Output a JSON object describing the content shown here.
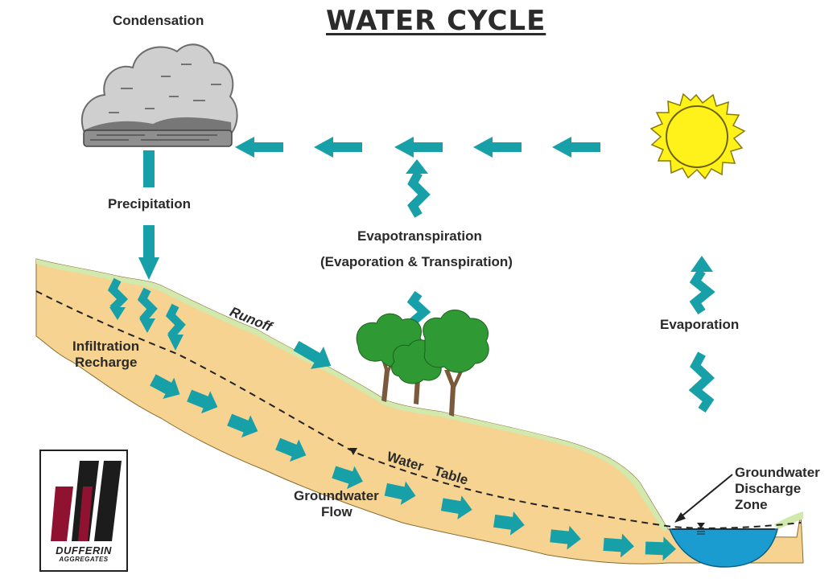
{
  "title": "WATER CYCLE",
  "labels": {
    "condensation": "Condensation",
    "precipitation": "Precipitation",
    "evapotranspiration": "Evapotranspiration",
    "evapotranspiration_detail": "(Evaporation & Transpiration)",
    "evaporation": "Evaporation",
    "runoff": "Runoff",
    "infiltration_line1": "Infiltration",
    "infiltration_line2": "Recharge",
    "water_table": "Water Table",
    "groundwater_flow_line1": "Groundwater",
    "groundwater_flow_line2": "Flow",
    "discharge_line1": "Groundwater",
    "discharge_line2": "Discharge",
    "discharge_line3": "Zone"
  },
  "logo": {
    "name": "DUFFERIN",
    "subtitle": "AGGREGATES"
  },
  "colors": {
    "arrow": "#18a0a8",
    "ground": "#f6d391",
    "grass": "#d2e9ad",
    "sun": "#fff21a",
    "water": "#1a9cd0",
    "cloud": "#cfcfcf",
    "logo_red": "#8f1230"
  }
}
